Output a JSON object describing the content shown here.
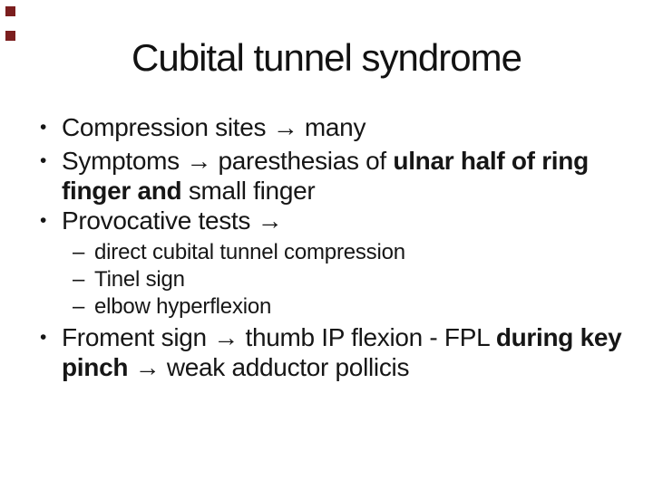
{
  "slide": {
    "background_color": "#ffffff",
    "decor": {
      "square_color": "#7b1e1e",
      "square_count": 2
    },
    "title": "Cubital tunnel syndrome",
    "glyphs": {
      "bullet": "•",
      "dash": "–"
    },
    "content": {
      "bullet1": {
        "pre": "Compression sites ",
        "arrow": "→",
        "post": " many"
      },
      "bullet2": {
        "pre": "Symptoms ",
        "arrow": "→",
        "mid": " paresthesias of ",
        "bold_line1": "ulnar half of ring",
        "bold_line2": "finger and ",
        "tail": "small finger"
      },
      "bullet3": {
        "pre": "Provocative tests ",
        "arrow": "→"
      },
      "sub_bullets": {
        "item1": "direct cubital tunnel compression",
        "item2": "Tinel sign",
        "item3": "elbow hyperflexion"
      },
      "bullet4": {
        "pre": "Froment sign ",
        "arrow1": "→",
        "mid": " thumb IP flexion - FPL ",
        "bold1": "during key",
        "bold2": "pinch ",
        "arrow2": "→",
        "tail": " weak adductor pollicis"
      }
    }
  }
}
